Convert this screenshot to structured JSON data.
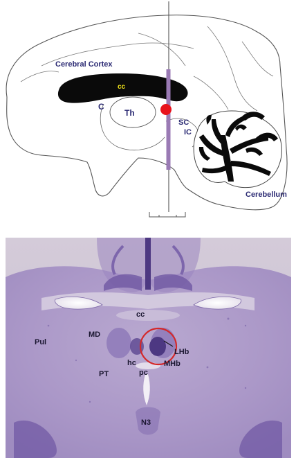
{
  "diagram": {
    "labels": {
      "cerebral_cortex": "Cerebral Cortex",
      "cc": "cc",
      "c": "C",
      "th": "Th",
      "sc": "SC",
      "ic": "IC",
      "cerebellum": "Cerebellum"
    },
    "colors": {
      "label": "#2b2a73",
      "corpus_callosum": "#0a0a0a",
      "cc_label": "#f2e419",
      "section_plane": "#9a7ab4",
      "marker": "#e8121c",
      "outline": "#555555"
    }
  },
  "histology": {
    "labels": {
      "cc": "cc",
      "md": "MD",
      "pul": "Pul",
      "lhb": "LHb",
      "mhb": "MHb",
      "hc": "hc",
      "pc": "pc",
      "pt": "PT",
      "n3": "N3"
    },
    "colors": {
      "tissue": "#b7a7cf",
      "tissue_dark": "#6a4f9a",
      "highlight_circle": "#d4282a"
    }
  }
}
